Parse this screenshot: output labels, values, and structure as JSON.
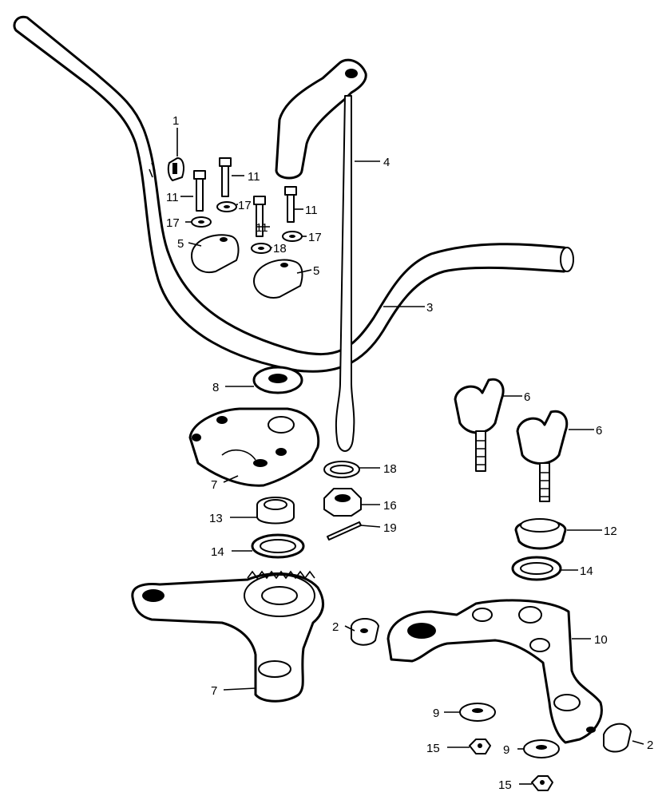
{
  "diagram": {
    "type": "exploded-parts-diagram",
    "callouts": [
      {
        "id": "c1a",
        "label": "1"
      },
      {
        "id": "c2a",
        "label": "2"
      },
      {
        "id": "c2b",
        "label": "2"
      },
      {
        "id": "c3",
        "label": "3"
      },
      {
        "id": "c4",
        "label": "4"
      },
      {
        "id": "c5a",
        "label": "5"
      },
      {
        "id": "c5b",
        "label": "5"
      },
      {
        "id": "c6a",
        "label": "6"
      },
      {
        "id": "c6b",
        "label": "6"
      },
      {
        "id": "c7a",
        "label": "7"
      },
      {
        "id": "c7b",
        "label": "7"
      },
      {
        "id": "c8",
        "label": "8"
      },
      {
        "id": "c9a",
        "label": "9"
      },
      {
        "id": "c9b",
        "label": "9"
      },
      {
        "id": "c10",
        "label": "10"
      },
      {
        "id": "c11a",
        "label": "11"
      },
      {
        "id": "c11b",
        "label": "11"
      },
      {
        "id": "c11c",
        "label": "11"
      },
      {
        "id": "c11d",
        "label": "11"
      },
      {
        "id": "c12",
        "label": "12"
      },
      {
        "id": "c13",
        "label": "13"
      },
      {
        "id": "c14a",
        "label": "14"
      },
      {
        "id": "c14b",
        "label": "14"
      },
      {
        "id": "c15a",
        "label": "15"
      },
      {
        "id": "c15b",
        "label": "15"
      },
      {
        "id": "c16",
        "label": "16"
      },
      {
        "id": "c17a",
        "label": "17"
      },
      {
        "id": "c17b",
        "label": "17"
      },
      {
        "id": "c17c",
        "label": "17"
      },
      {
        "id": "c18a",
        "label": "18"
      },
      {
        "id": "c18b",
        "label": "18"
      },
      {
        "id": "c19",
        "label": "19"
      }
    ]
  }
}
